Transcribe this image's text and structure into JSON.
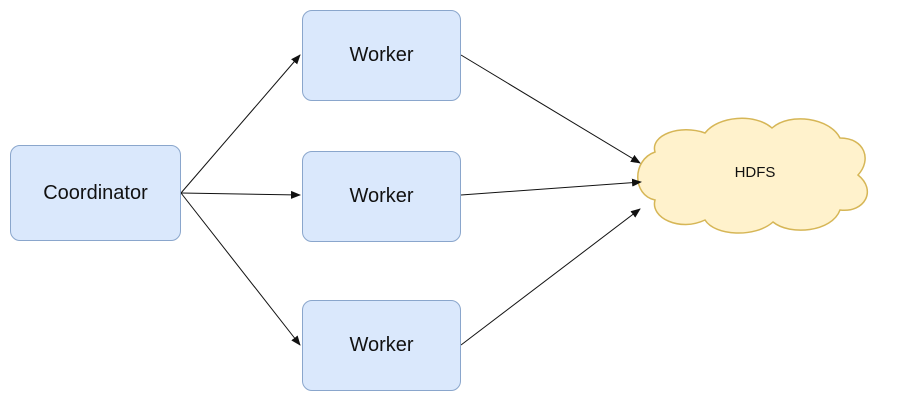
{
  "nodes": {
    "coordinator": "Coordinator",
    "worker_1": "Worker",
    "worker_2": "Worker",
    "worker_3": "Worker",
    "storage": "HDFS"
  },
  "colors": {
    "box_fill": "#dae8fc",
    "box_border": "#8aa6cc",
    "cloud_fill": "#fff2cc",
    "cloud_border": "#d6b656",
    "edge": "#111111"
  },
  "edges": [
    {
      "from": "coordinator",
      "to": "worker_1"
    },
    {
      "from": "coordinator",
      "to": "worker_2"
    },
    {
      "from": "coordinator",
      "to": "worker_3"
    },
    {
      "from": "worker_1",
      "to": "storage"
    },
    {
      "from": "worker_2",
      "to": "storage"
    },
    {
      "from": "worker_3",
      "to": "storage"
    }
  ]
}
